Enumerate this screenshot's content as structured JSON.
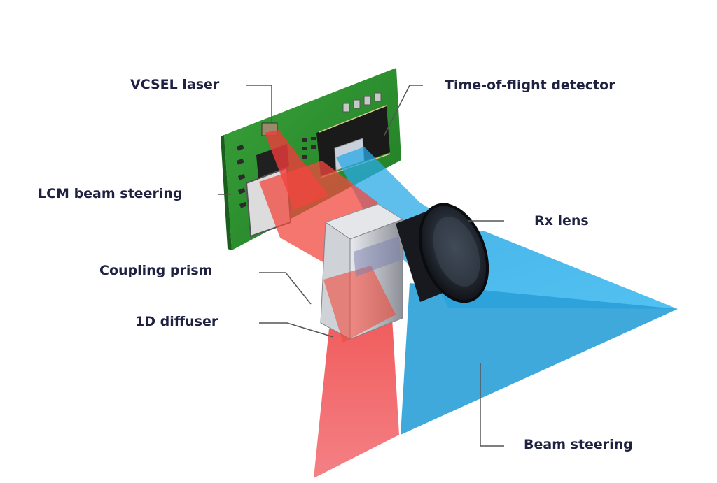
{
  "labels": {
    "vcsel_laser": "VCSEL laser",
    "tof_detector": "Time-of-flight detector",
    "lcm_beam_steering": "LCM beam steering",
    "rx_lens": "Rx lens",
    "coupling_prism": "Coupling prism",
    "diffuser_1d": "1D diffuser",
    "beam_steering": "Beam steering"
  },
  "colors": {
    "label_text": "#1f2140",
    "leader_line": "#555555",
    "pcb_green": "#2e8b2e",
    "laser_red": "#f25c5c",
    "receive_blue": "#2aa9e6",
    "lens_dark": "#1c1f24",
    "prism_gray": "#c9ccd1"
  }
}
